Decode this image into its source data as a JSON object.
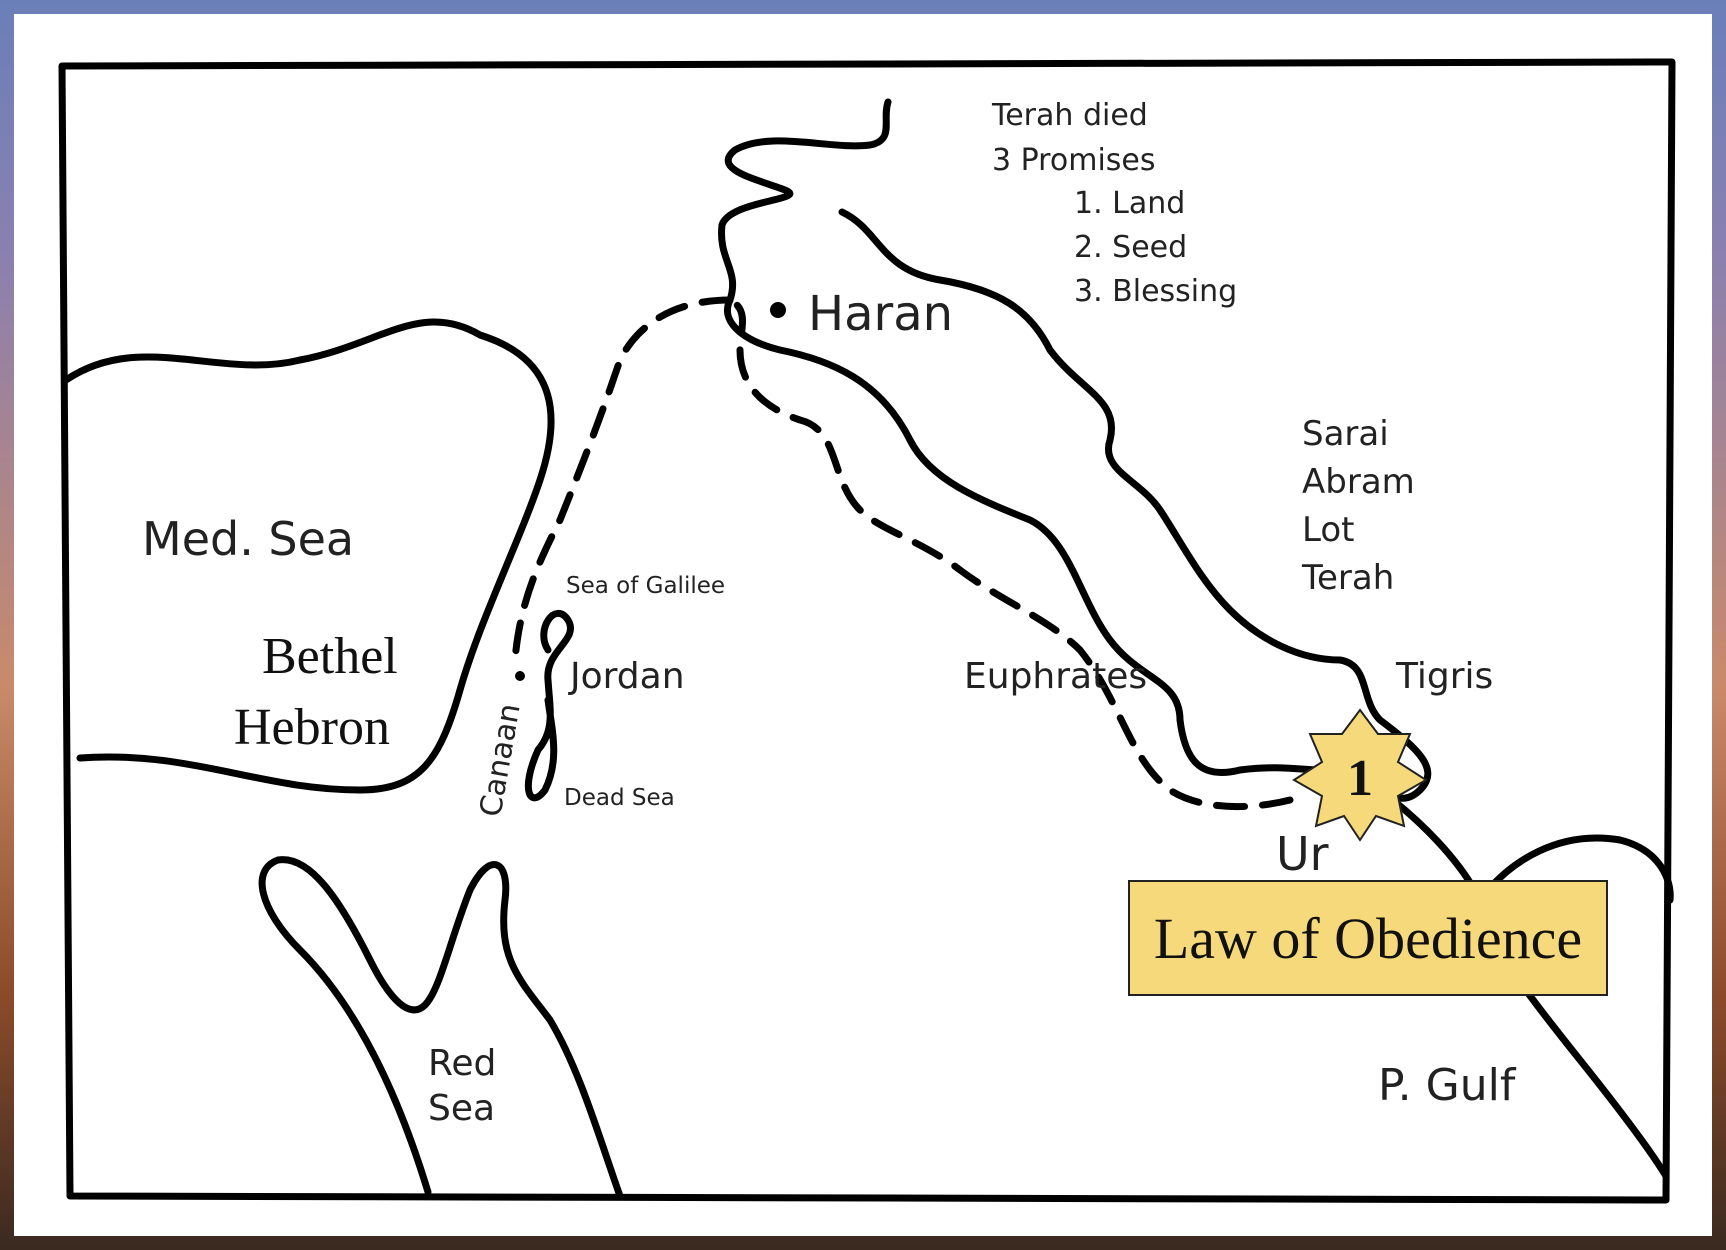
{
  "map": {
    "bodies_of_water": {
      "med_sea": "Med. Sea",
      "sea_of_galilee": "Sea of Galilee",
      "jordan": "Jordan",
      "dead_sea": "Dead Sea",
      "red_sea_line1": "Red",
      "red_sea_line2": "Sea",
      "euphrates": "Euphrates",
      "tigris": "Tigris",
      "persian_gulf": "P. Gulf"
    },
    "places": {
      "haran": "Haran",
      "canaan": "Canaan",
      "ur": "Ur",
      "bethel": "Bethel",
      "hebron": "Hebron"
    },
    "notes": {
      "terah_died": "Terah died",
      "promises_title": "3 Promises",
      "promise_1": "1. Land",
      "promise_2": "2. Seed",
      "promise_3": "3. Blessing"
    },
    "travelers": [
      "Sarai",
      "Abram",
      "Lot",
      "Terah"
    ],
    "marker": {
      "number": "1",
      "color": "#f6d97a"
    },
    "callout": {
      "label": "Law of Obedience",
      "color": "#f6d97a"
    }
  }
}
